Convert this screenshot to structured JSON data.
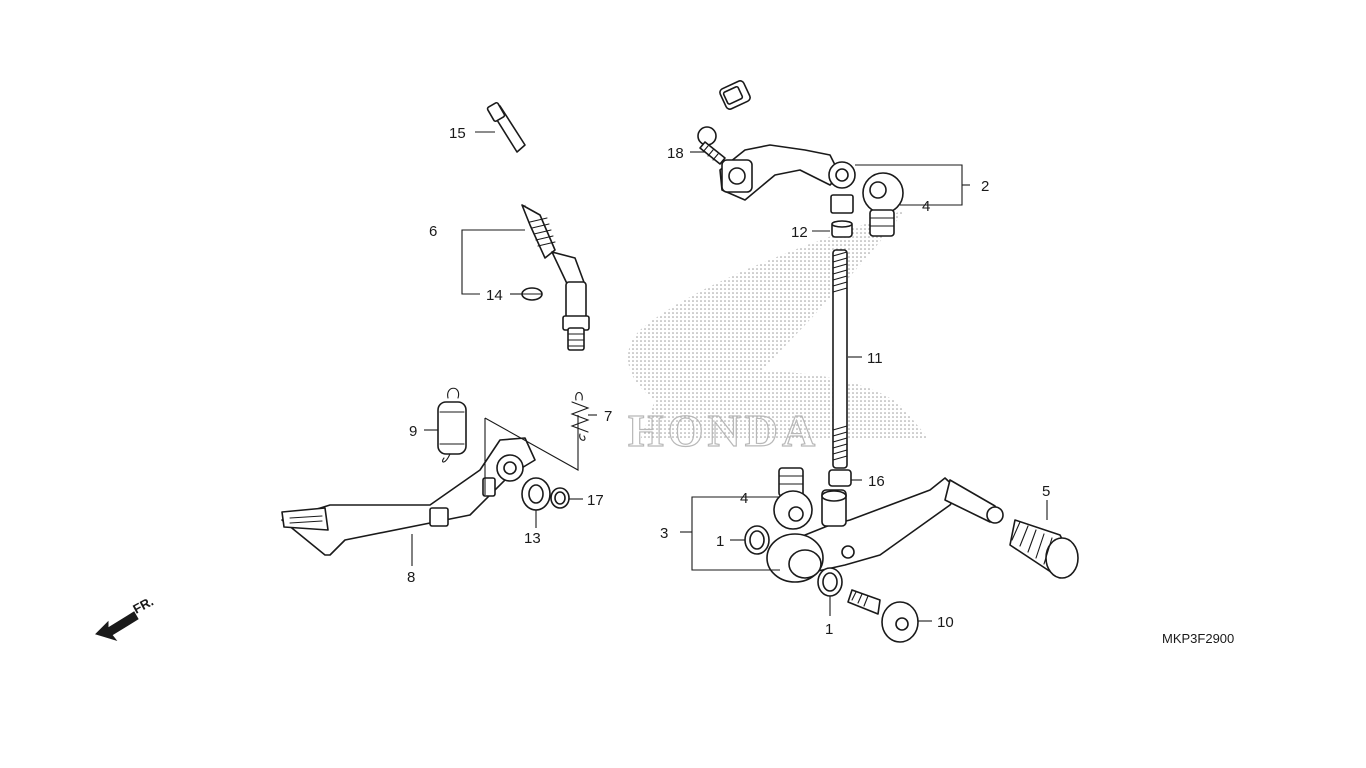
{
  "diagram_code": "MKP3F2900",
  "front_indicator": "FR.",
  "watermark": "HONDA",
  "colors": {
    "line": "#1a1a1a",
    "watermark": "#b8b8b8",
    "background": "#ffffff"
  },
  "callouts": {
    "c1a": "1",
    "c1b": "1",
    "c2": "2",
    "c3": "3",
    "c4a": "4",
    "c4b": "4",
    "c5": "5",
    "c6": "6",
    "c7": "7",
    "c8": "8",
    "c9": "9",
    "c10": "10",
    "c11": "11",
    "c12": "12",
    "c13": "13",
    "c14": "14",
    "c15": "15",
    "c16": "16",
    "c17": "17",
    "c18": "18"
  }
}
